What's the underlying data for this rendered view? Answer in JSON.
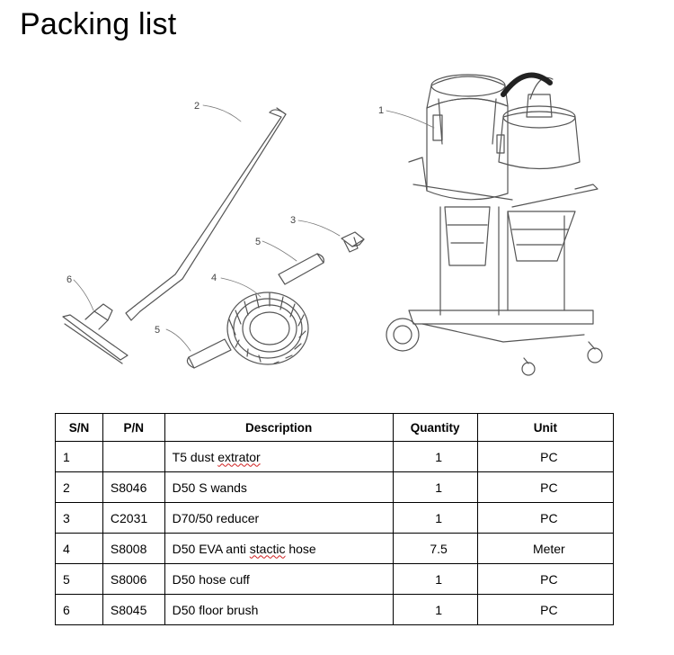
{
  "title": "Packing list",
  "illustration": {
    "callouts": [
      "1",
      "2",
      "3",
      "4",
      "5",
      "5",
      "6"
    ]
  },
  "table": {
    "headers": [
      "S/N",
      "P/N",
      "Description",
      "Quantity",
      "Unit"
    ],
    "rows": [
      {
        "sn": "1",
        "pn": "",
        "desc_pre": "T5 dust ",
        "desc_mark": "extrator",
        "desc_post": "",
        "qty": "1",
        "unit": "PC"
      },
      {
        "sn": "2",
        "pn": "S8046",
        "desc_pre": "D50 S wands",
        "desc_mark": "",
        "desc_post": "",
        "qty": "1",
        "unit": "PC"
      },
      {
        "sn": "3",
        "pn": "C2031",
        "desc_pre": "D70/50 reducer",
        "desc_mark": "",
        "desc_post": "",
        "qty": "1",
        "unit": "PC"
      },
      {
        "sn": "4",
        "pn": "S8008",
        "desc_pre": "D50 EVA anti ",
        "desc_mark": "stactic",
        "desc_post": " hose",
        "qty": "7.5",
        "unit": "Meter"
      },
      {
        "sn": "5",
        "pn": "S8006",
        "desc_pre": "D50 hose cuff",
        "desc_mark": "",
        "desc_post": "",
        "qty": "1",
        "unit": "PC"
      },
      {
        "sn": "6",
        "pn": "S8045",
        "desc_pre": "D50 floor brush",
        "desc_mark": "",
        "desc_post": "",
        "qty": "1",
        "unit": "PC"
      }
    ]
  }
}
